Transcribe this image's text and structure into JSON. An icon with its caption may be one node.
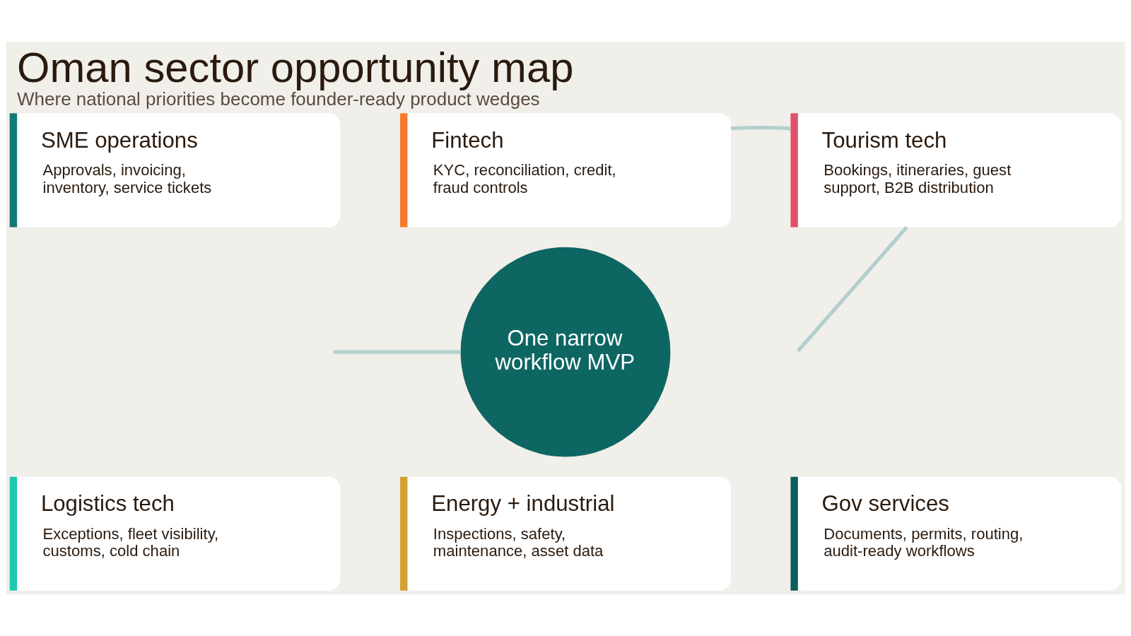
{
  "diagram": {
    "title": "Oman sector opportunity map",
    "caption": "Where national priorities become founder-ready product wedges",
    "nodes": [
      {
        "text": [
          "SME operations",
          "Approvals, invoicing, inventory, service tickets"
        ]
      },
      {
        "text": [
          "Fintech",
          "KYC, reconciliation, credit, fraud controls"
        ]
      },
      {
        "text": [
          "Tourism tech",
          "Bookings, itineraries, guest support, B2B distribution"
        ]
      },
      {
        "text": [
          "One narrow workflow MVP"
        ]
      },
      {
        "text": [
          "Logistics tech",
          "Exceptions, fleet visibility, customs, cold chain"
        ]
      },
      {
        "text": [
          "Energy + industrial",
          "Inspections, safety, maintenance, asset data"
        ]
      },
      {
        "text": [
          "Gov services",
          "Documents, permits, routing, audit-ready workflows"
        ]
      }
    ],
    "edges": [
      {
        "from": null,
        "to": 3,
        "arrow": "none"
      },
      {
        "from": 1,
        "to": 2,
        "arrow": "none"
      },
      {
        "from": 2,
        "to": null,
        "arrow": "none"
      }
    ]
  }
}
